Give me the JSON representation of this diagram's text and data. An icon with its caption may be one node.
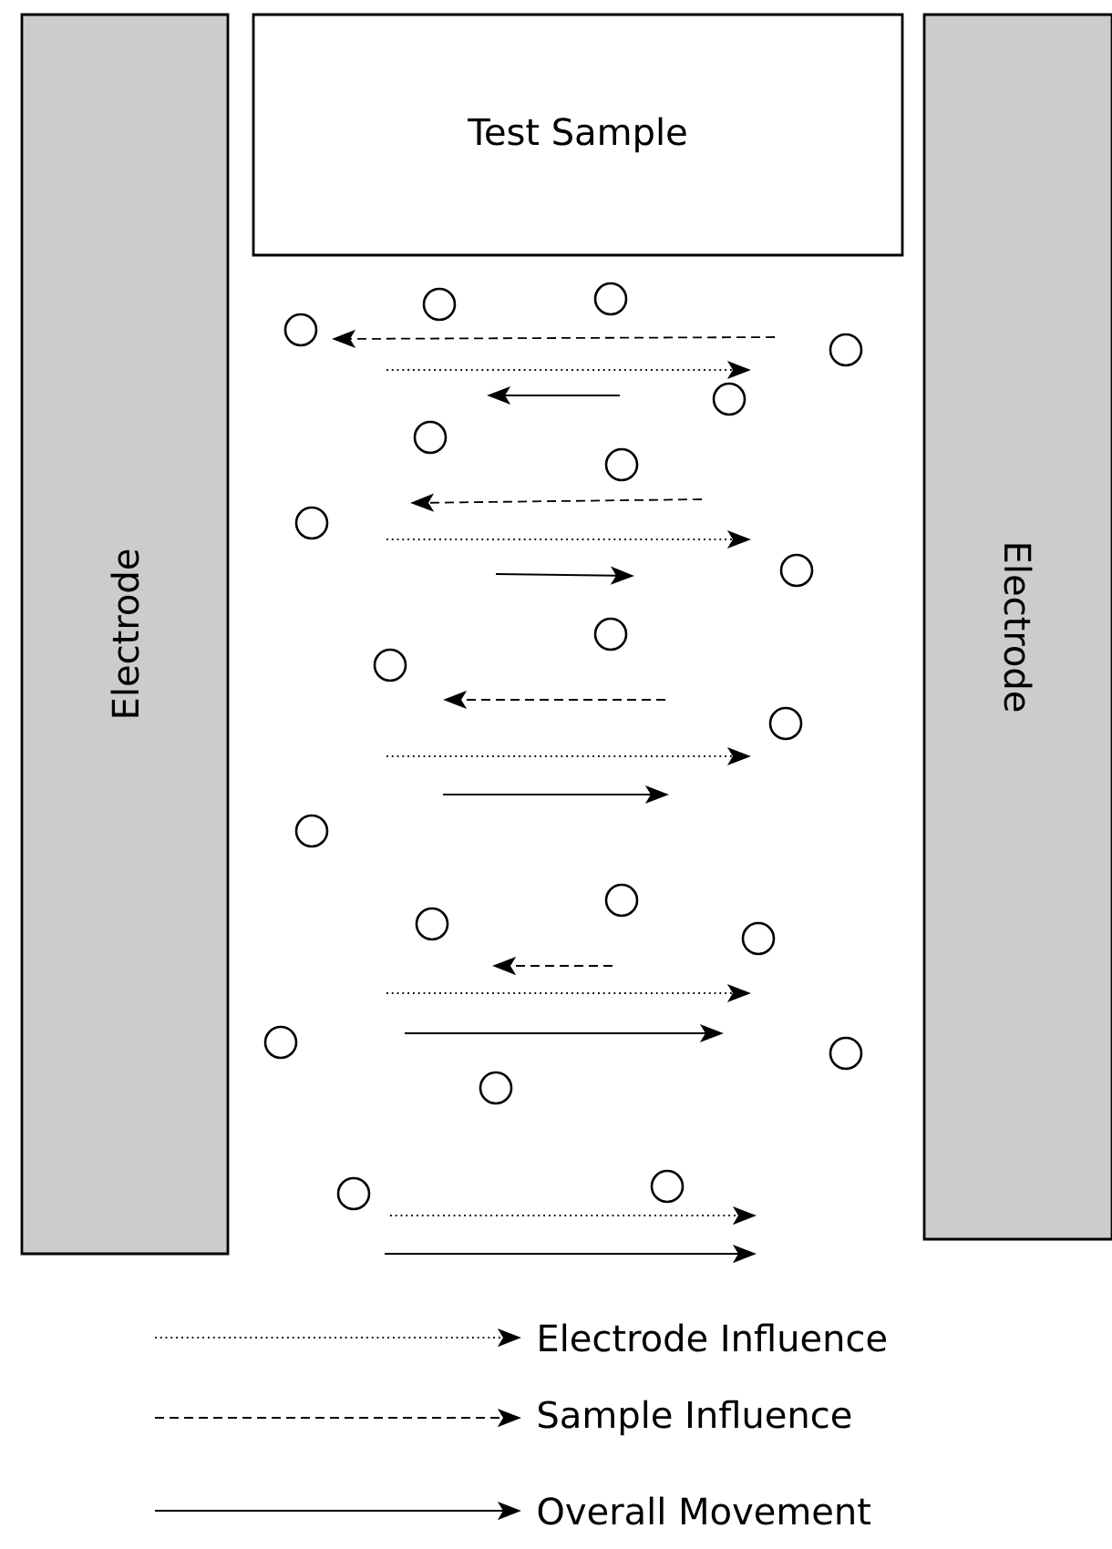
{
  "diagram": {
    "nodes": [
      {
        "text": [
          "Electrode"
        ]
      },
      {
        "text": [
          "Test Sample"
        ]
      },
      {
        "text": [
          "Electrode"
        ]
      }
    ],
    "legend": [
      {
        "text": "Electrode Influence"
      },
      {
        "text": "Sample Influence"
      },
      {
        "text": "Overall Movement"
      }
    ]
  }
}
